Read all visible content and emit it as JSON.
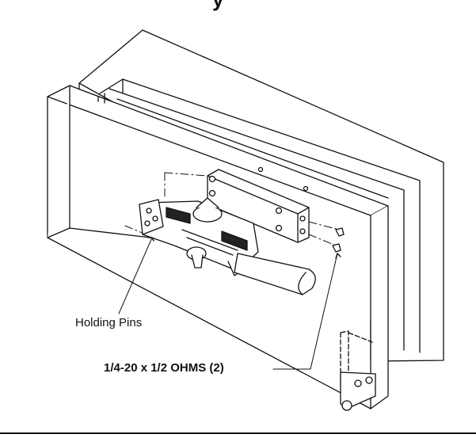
{
  "title_fragment": "y",
  "callouts": {
    "holding_pins": "Holding Pins",
    "screws": "1/4-20 x 1/2 OHMS (2)"
  }
}
